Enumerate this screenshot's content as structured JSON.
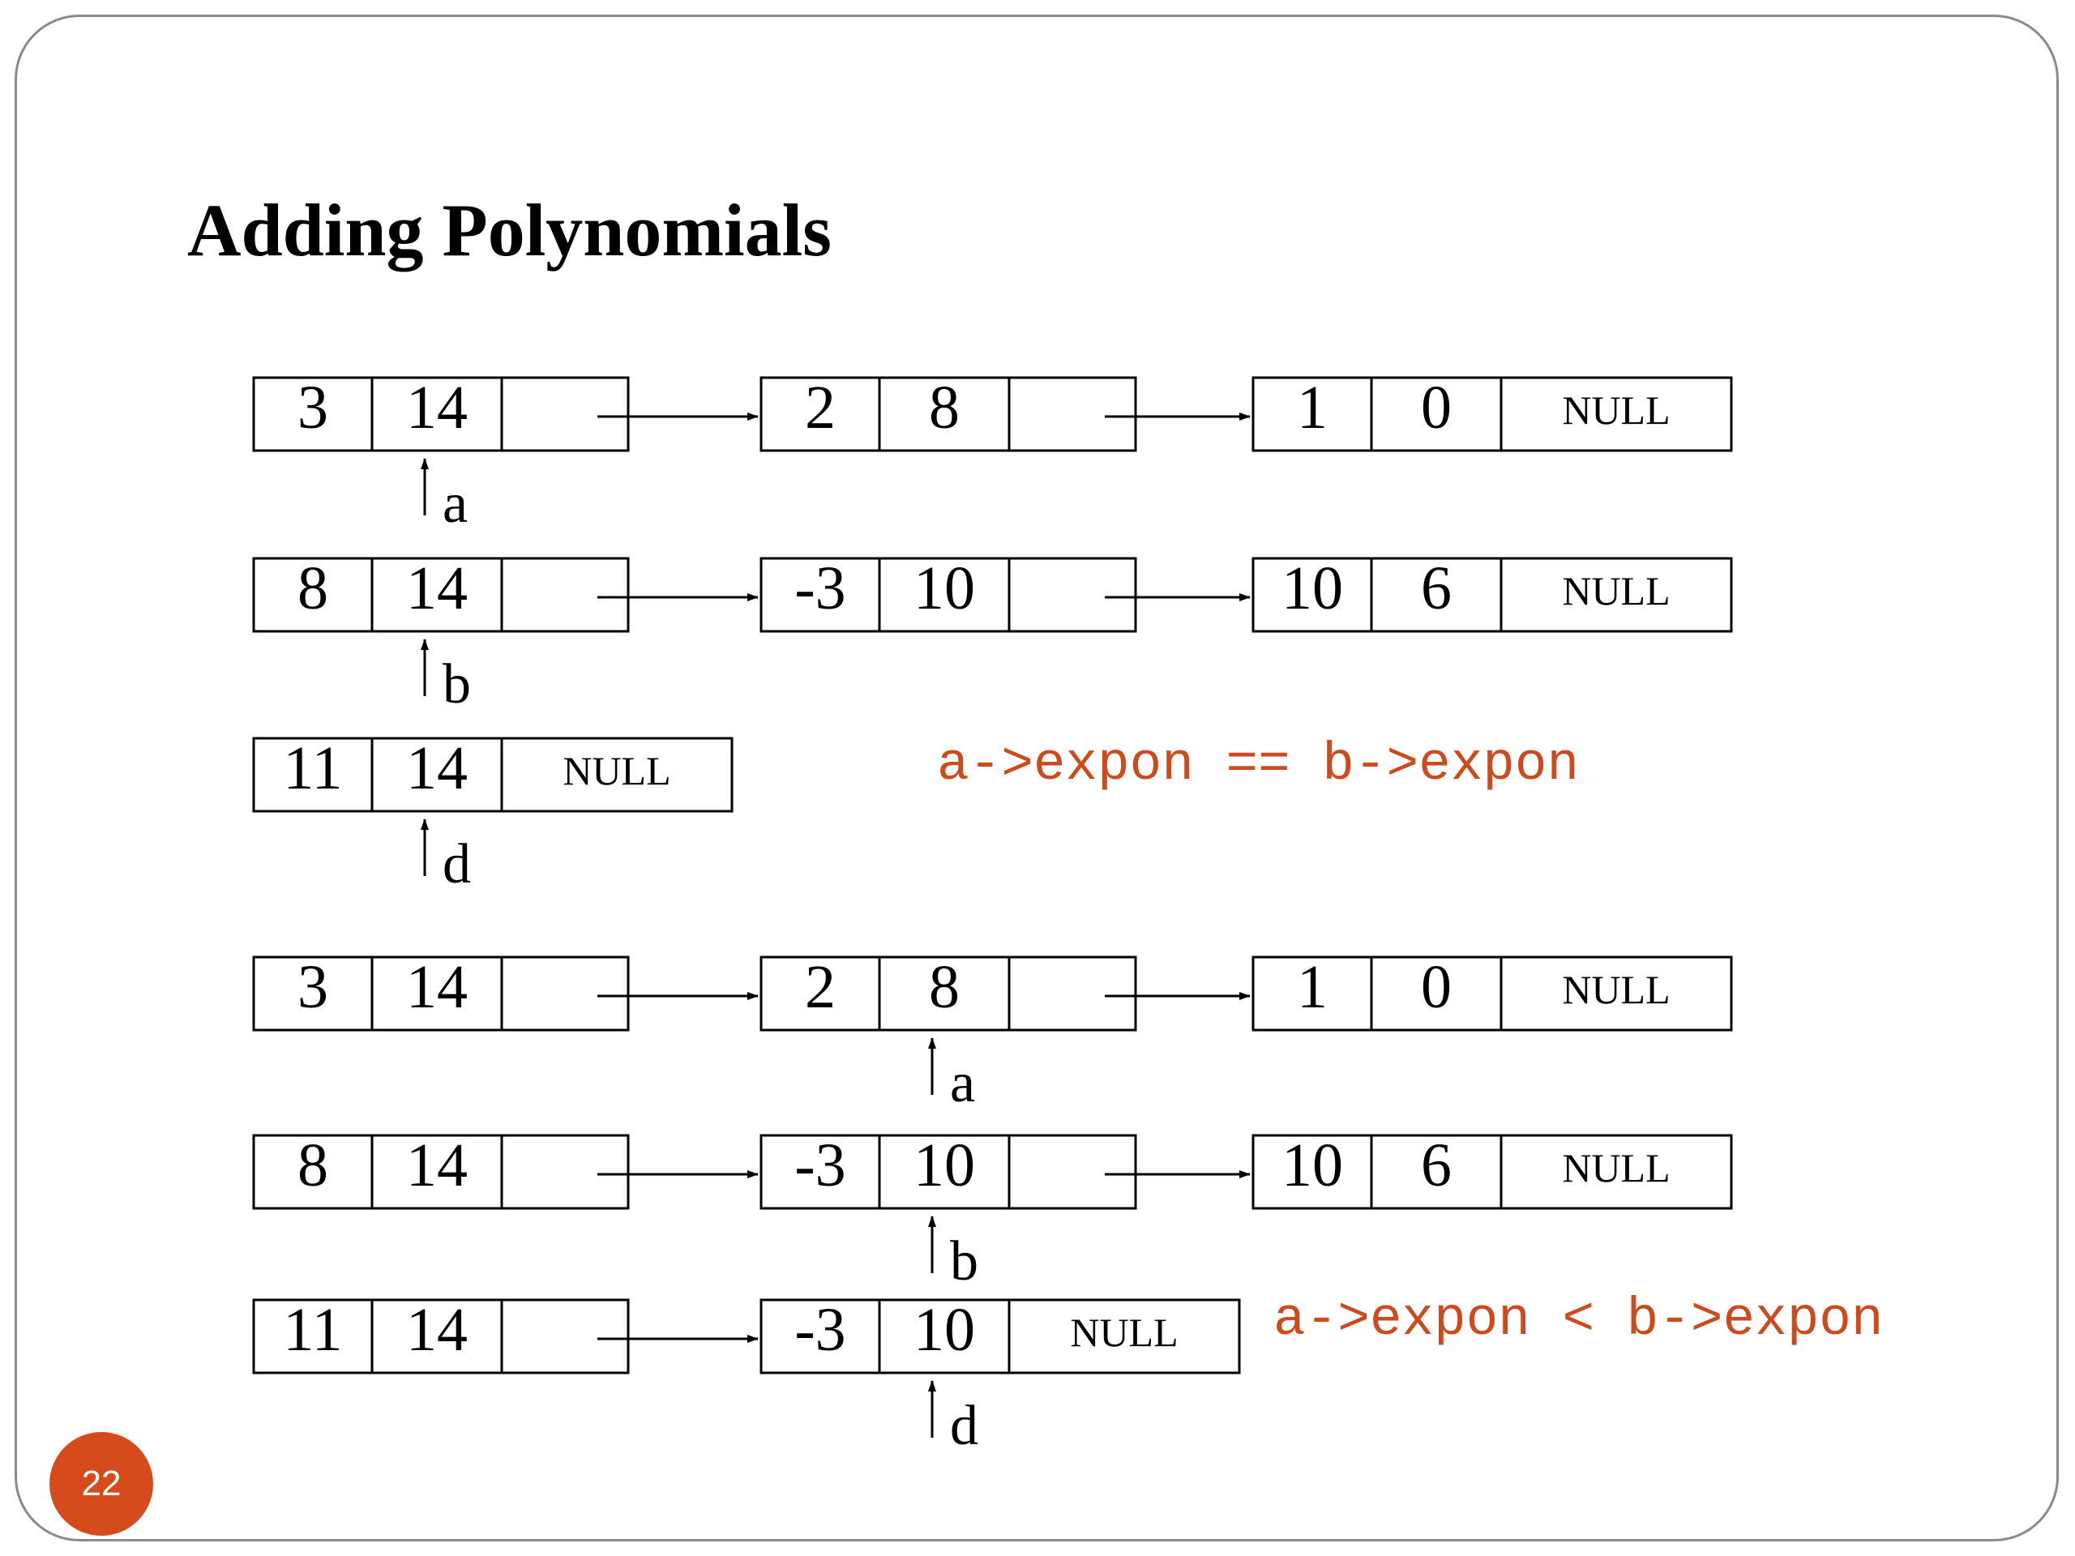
{
  "title": "Adding Polynomials",
  "page_number": "22",
  "colors": {
    "condition_text": "#cc4a1c",
    "badge": "#d64b1c",
    "frame": "#8a8a8a"
  },
  "panels": [
    {
      "lists": [
        {
          "nodes": [
            {
              "coef": "3",
              "expon": "14",
              "link": ""
            },
            {
              "coef": "2",
              "expon": "8",
              "link": ""
            },
            {
              "coef": "1",
              "expon": "0",
              "link": "NULL"
            }
          ]
        },
        {
          "nodes": [
            {
              "coef": "8",
              "expon": "14",
              "link": ""
            },
            {
              "coef": "-3",
              "expon": "10",
              "link": ""
            },
            {
              "coef": "10",
              "expon": "6",
              "link": "NULL"
            }
          ]
        },
        {
          "nodes": [
            {
              "coef": "11",
              "expon": "14",
              "link": "NULL"
            }
          ]
        }
      ],
      "pointers": [
        "a",
        "b",
        "d"
      ],
      "condition": "a->expon == b->expon"
    },
    {
      "lists": [
        {
          "nodes": [
            {
              "coef": "3",
              "expon": "14",
              "link": ""
            },
            {
              "coef": "2",
              "expon": "8",
              "link": ""
            },
            {
              "coef": "1",
              "expon": "0",
              "link": "NULL"
            }
          ]
        },
        {
          "nodes": [
            {
              "coef": "8",
              "expon": "14",
              "link": ""
            },
            {
              "coef": "-3",
              "expon": "10",
              "link": ""
            },
            {
              "coef": "10",
              "expon": "6",
              "link": "NULL"
            }
          ]
        },
        {
          "nodes": [
            {
              "coef": "11",
              "expon": "14",
              "link": ""
            },
            {
              "coef": "-3",
              "expon": "10",
              "link": "NULL"
            }
          ]
        }
      ],
      "pointers": [
        "a",
        "b",
        "d"
      ],
      "condition": "a->expon < b->expon"
    }
  ]
}
